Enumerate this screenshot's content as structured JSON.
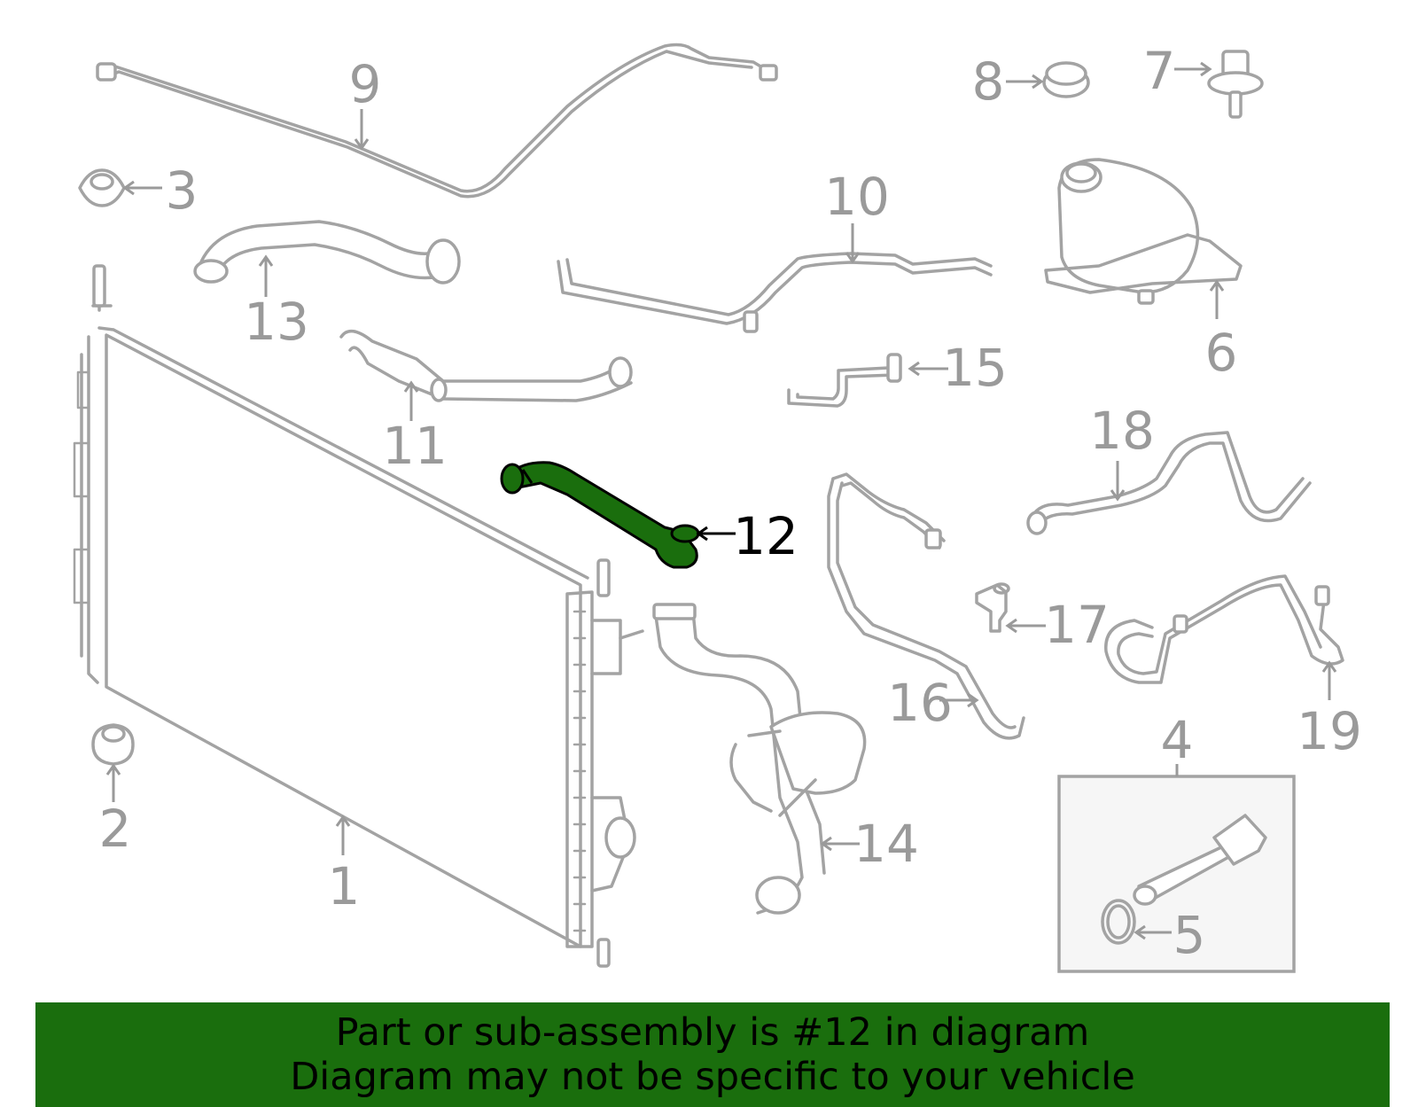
{
  "highlight": {
    "part_number": "12",
    "color": "#1a6e0d",
    "outline": "#000000"
  },
  "callouts": {
    "c1": "1",
    "c2": "2",
    "c3": "3",
    "c4": "4",
    "c5": "5",
    "c6": "6",
    "c7": "7",
    "c8": "8",
    "c9": "9",
    "c10": "10",
    "c11": "11",
    "c12": "12",
    "c13": "13",
    "c14": "14",
    "c15": "15",
    "c16": "16",
    "c17": "17",
    "c18": "18",
    "c19": "19"
  },
  "banner": {
    "line1": "Part or sub-assembly is #12 in diagram",
    "line2": "Diagram may not be specific to your vehicle",
    "background": "#1a6e0d"
  },
  "colors": {
    "line_art": "#a3a3a3",
    "callout_text": "#9a9a9a"
  }
}
